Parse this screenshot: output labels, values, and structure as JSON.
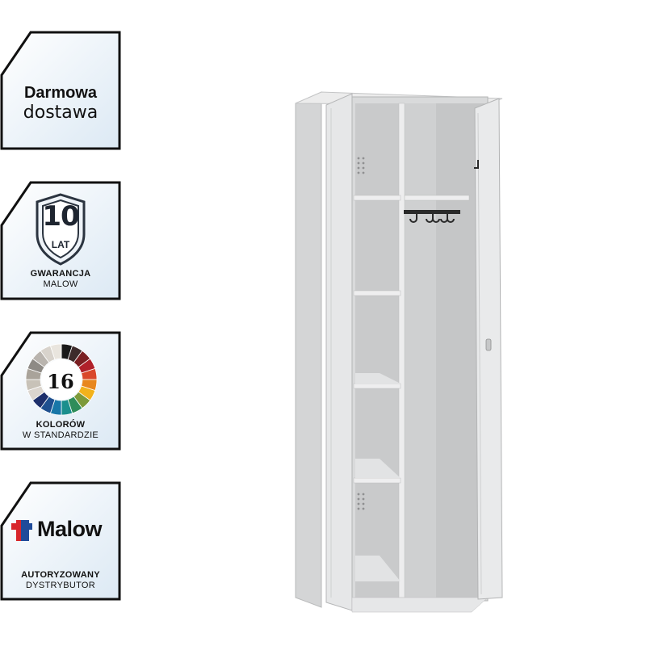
{
  "badges": {
    "shipping": {
      "line1": "Darmowa",
      "line2": "dostawa",
      "icon": "none"
    },
    "warranty": {
      "number": "10",
      "unit": "LAT",
      "line1": "GWARANCJA",
      "line2": "MALOW",
      "icon": "shield-icon"
    },
    "colors": {
      "number": "16",
      "line1": "KOLORÓW",
      "line2": "W STANDARDZIE",
      "icon": "color-wheel-icon",
      "wheel_colors": [
        "#1a1a1a",
        "#3d2b2b",
        "#7a1f22",
        "#b0202a",
        "#d9482b",
        "#e8871e",
        "#f2b21b",
        "#7c9a3a",
        "#2f8d5a",
        "#1b8f8d",
        "#1877a8",
        "#1e4f8f",
        "#1d2f6b",
        "#dcd6cf",
        "#c8c2b8",
        "#a9a39a",
        "#8e8a85",
        "#b9b4ae",
        "#d8d3cc",
        "#e9e5de"
      ]
    },
    "distributor": {
      "brand": "Malow",
      "line1": "AUTORYZOWANY",
      "line2": "DYSTRYBUTOR",
      "icon": "malow-logo-icon",
      "logo_colors": [
        "#d8262b",
        "#1f4b9a"
      ]
    }
  },
  "product": {
    "name": "metal-locker-cabinet",
    "color": "#e3e4e5"
  }
}
